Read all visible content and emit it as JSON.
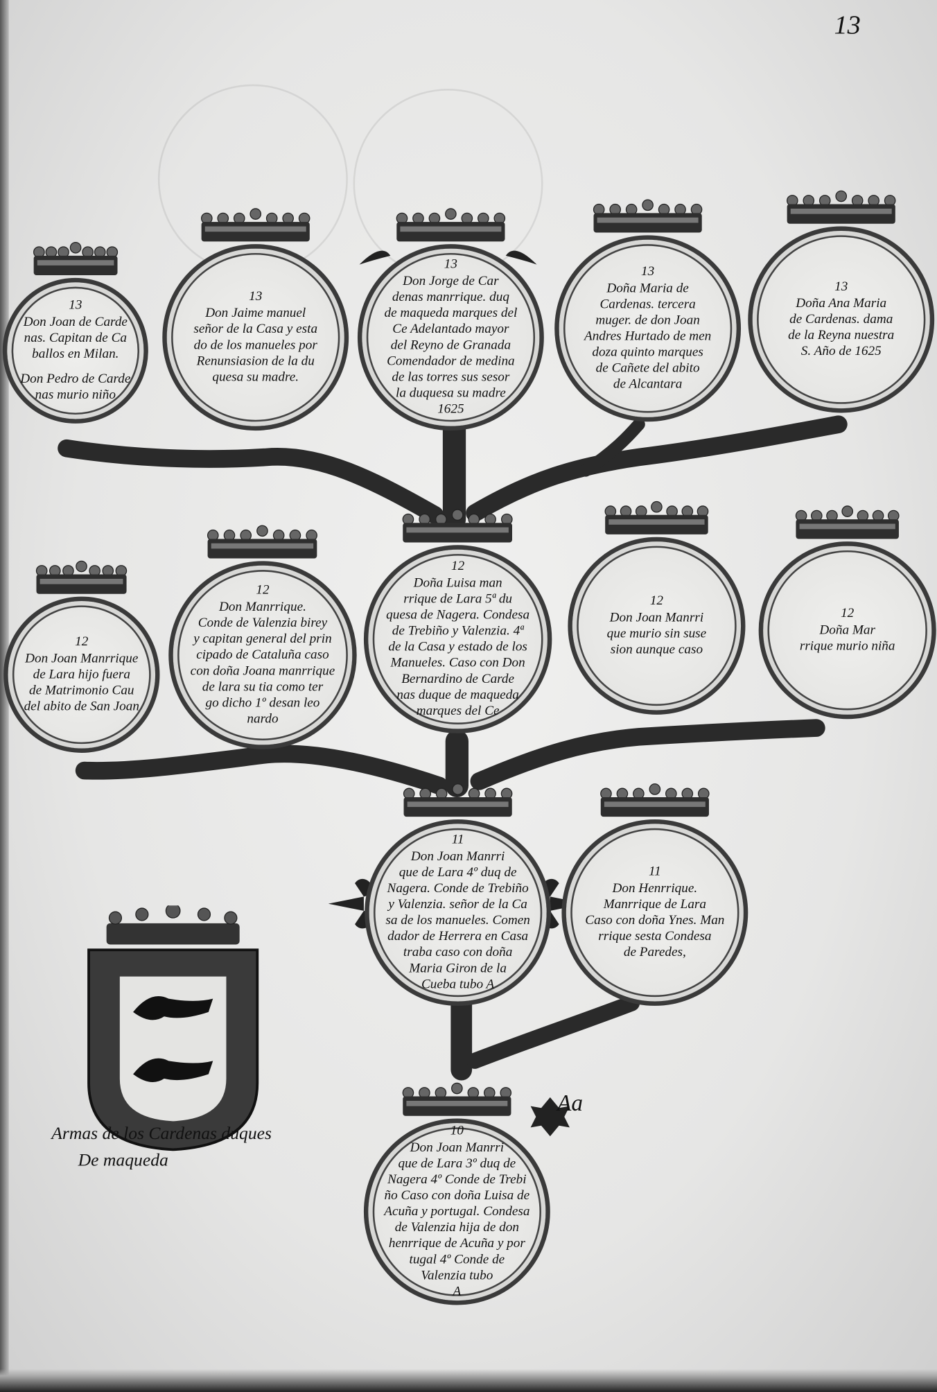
{
  "page_number": "13",
  "mark": "Aa",
  "arms_caption": {
    "line1": "Armas de los Cardenas duques",
    "line2": "De maqueda"
  },
  "tree": [
    {
      "gen": "13",
      "lines": [
        "Don Joan de Carde",
        "nas. Capitan de Ca",
        "ballos en Milan.",
        "",
        "Don Pedro de Carde",
        "nas murio niño"
      ]
    },
    {
      "gen": "13",
      "lines": [
        "Don Jaime manuel",
        "señor de la Casa y esta",
        "do de los manueles por",
        "Renunsiasion de la du",
        "quesa su madre."
      ]
    },
    {
      "gen": "13",
      "lines": [
        "Don Jorge de Car",
        "denas manrrique. duq",
        "de maqueda marques del",
        "Ce Adelantado mayor",
        "del Reyno de Granada",
        "Comendador de medina",
        "de las torres sus sesor",
        "la duquesa su madre",
        "1625"
      ]
    },
    {
      "gen": "13",
      "lines": [
        "Doña Maria de",
        "Cardenas. tercera",
        "muger. de don Joan",
        "Andres Hurtado de men",
        "doza quinto marques",
        "de Cañete del abito",
        "de Alcantara"
      ]
    },
    {
      "gen": "13",
      "lines": [
        "Doña Ana Maria",
        "de Cardenas. dama",
        "de la Reyna nuestra",
        "S. Año de 1625"
      ]
    },
    {
      "gen": "12",
      "lines": [
        "Don Joan Manrrique",
        "de Lara hijo fuera",
        "de Matrimonio Cau",
        "del abito de San Joan"
      ]
    },
    {
      "gen": "12",
      "lines": [
        "Don Manrrique.",
        "Conde de Valenzia birey",
        "y capitan general del prin",
        "cipado de Cataluña caso",
        "con doña Joana manrrique",
        "de lara su tia como ter",
        "go dicho 1º desan leo",
        "nardo"
      ]
    },
    {
      "gen": "12",
      "lines": [
        "Doña Luisa man",
        "rrique de Lara 5ª du",
        "quesa de Nagera. Condesa",
        "de Trebiño y Valenzia. 4ª",
        "de la Casa y estado de los",
        "Manueles. Caso con Don",
        "Bernardino de Carde",
        "nas duque de maqueda",
        "marques del Ce"
      ]
    },
    {
      "gen": "12",
      "lines": [
        "Don Joan Manrri",
        "que murio sin suse",
        "sion aunque caso"
      ]
    },
    {
      "gen": "12",
      "lines": [
        "Doña Mar",
        "rrique murio niña"
      ]
    },
    {
      "gen": "11",
      "lines": [
        "Don Joan Manrri",
        "que de Lara 4º duq de",
        "Nagera. Conde de Trebiño",
        "y Valenzia. señor de la Ca",
        "sa de los manueles. Comen",
        "dador de Herrera en Casa",
        "traba caso con doña",
        "Maria Giron de la",
        "Cueba tubo A"
      ]
    },
    {
      "gen": "11",
      "lines": [
        "Don Henrrique.",
        "Manrrique de Lara",
        "Caso con doña Ynes. Man",
        "rrique sesta Condesa",
        "de Paredes,"
      ]
    },
    {
      "gen": "10",
      "lines": [
        "Don Joan Manrri",
        "que de Lara 3º duq de",
        "Nagera 4º Conde de Trebi",
        "ño Caso con doña Luisa de",
        "Acuña y portugal. Condesa",
        "de Valenzia hija de don",
        "henrrique de Acuña y por",
        "tugal 4º Conde de",
        "Valenzia tubo",
        "A"
      ]
    }
  ],
  "colors": {
    "ink": "#111111",
    "paper": "#e8e8e7",
    "branch": "#2a2a2a"
  }
}
